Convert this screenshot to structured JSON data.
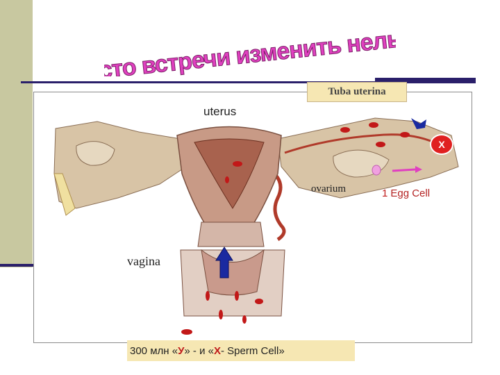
{
  "title": "Место встречи изменить нельзя!",
  "labels": {
    "tuba": "Tuba uterina",
    "uterus": "uterus",
    "ovarium": "ovarium",
    "egg_count": "1",
    "egg_word": "Egg  Cell",
    "vagina": "vagina"
  },
  "x_badge": "X",
  "caption": {
    "prefix": "300 млн  «",
    "y": "У",
    "mid": "» - и «",
    "x": "Х",
    "suffix": "- Sperm Cell»"
  },
  "colors": {
    "title": "#e040c0",
    "sperm": "#c21818",
    "egg": "#f0a0e0",
    "arrow_blue": "#1a2aa0",
    "label_bg": "#f6e7b3"
  }
}
